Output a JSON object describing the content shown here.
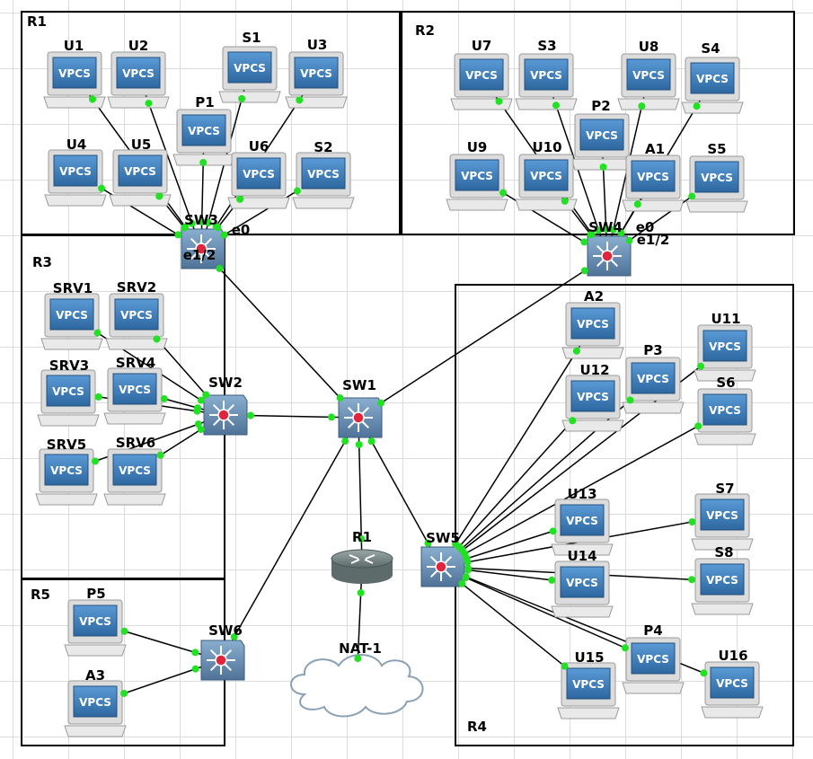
{
  "regions": [
    {
      "id": "R1",
      "label": "R1"
    },
    {
      "id": "R2",
      "label": "R2"
    },
    {
      "id": "R3",
      "label": "R3"
    },
    {
      "id": "R4",
      "label": "R4"
    },
    {
      "id": "R5",
      "label": "R5"
    }
  ],
  "vpcs_text": "VPCS",
  "nodes": [
    {
      "id": "U1",
      "label": "U1",
      "type": "pc"
    },
    {
      "id": "U2",
      "label": "U2",
      "type": "pc"
    },
    {
      "id": "S1",
      "label": "S1",
      "type": "pc"
    },
    {
      "id": "U3",
      "label": "U3",
      "type": "pc"
    },
    {
      "id": "P1",
      "label": "P1",
      "type": "pc"
    },
    {
      "id": "U4",
      "label": "U4",
      "type": "pc"
    },
    {
      "id": "U5",
      "label": "U5",
      "type": "pc"
    },
    {
      "id": "U6",
      "label": "U6",
      "type": "pc"
    },
    {
      "id": "S2",
      "label": "S2",
      "type": "pc"
    },
    {
      "id": "U7",
      "label": "U7",
      "type": "pc"
    },
    {
      "id": "S3",
      "label": "S3",
      "type": "pc"
    },
    {
      "id": "U8",
      "label": "U8",
      "type": "pc"
    },
    {
      "id": "S4",
      "label": "S4",
      "type": "pc"
    },
    {
      "id": "P2",
      "label": "P2",
      "type": "pc"
    },
    {
      "id": "U9",
      "label": "U9",
      "type": "pc"
    },
    {
      "id": "U10",
      "label": "U10",
      "type": "pc"
    },
    {
      "id": "A1",
      "label": "A1",
      "type": "pc"
    },
    {
      "id": "S5",
      "label": "S5",
      "type": "pc"
    },
    {
      "id": "SRV1",
      "label": "SRV1",
      "type": "pc"
    },
    {
      "id": "SRV2",
      "label": "SRV2",
      "type": "pc"
    },
    {
      "id": "SRV3",
      "label": "SRV3",
      "type": "pc"
    },
    {
      "id": "SRV4",
      "label": "SRV4",
      "type": "pc"
    },
    {
      "id": "SRV5",
      "label": "SRV5",
      "type": "pc"
    },
    {
      "id": "SRV6",
      "label": "SRV6",
      "type": "pc"
    },
    {
      "id": "A2",
      "label": "A2",
      "type": "pc"
    },
    {
      "id": "U11",
      "label": "U11",
      "type": "pc"
    },
    {
      "id": "P3",
      "label": "P3",
      "type": "pc"
    },
    {
      "id": "U12",
      "label": "U12",
      "type": "pc"
    },
    {
      "id": "S6",
      "label": "S6",
      "type": "pc"
    },
    {
      "id": "U13",
      "label": "U13",
      "type": "pc"
    },
    {
      "id": "S7",
      "label": "S7",
      "type": "pc"
    },
    {
      "id": "U14",
      "label": "U14",
      "type": "pc"
    },
    {
      "id": "S8",
      "label": "S8",
      "type": "pc"
    },
    {
      "id": "P4",
      "label": "P4",
      "type": "pc"
    },
    {
      "id": "U15",
      "label": "U15",
      "type": "pc"
    },
    {
      "id": "U16",
      "label": "U16",
      "type": "pc"
    },
    {
      "id": "P5",
      "label": "P5",
      "type": "pc"
    },
    {
      "id": "A3",
      "label": "A3",
      "type": "pc"
    },
    {
      "id": "SW1",
      "label": "SW1",
      "type": "switch"
    },
    {
      "id": "SW2",
      "label": "SW2",
      "type": "switch"
    },
    {
      "id": "SW3",
      "label": "SW3",
      "type": "switch"
    },
    {
      "id": "SW4",
      "label": "SW4",
      "type": "switch"
    },
    {
      "id": "SW5",
      "label": "SW5",
      "type": "switch"
    },
    {
      "id": "SW6",
      "label": "SW6",
      "type": "switch"
    },
    {
      "id": "R1",
      "label": "R1",
      "type": "router"
    },
    {
      "id": "NAT-1",
      "label": "NAT-1",
      "type": "cloud"
    }
  ],
  "links": [
    [
      "U1",
      "SW3"
    ],
    [
      "U2",
      "SW3"
    ],
    [
      "S1",
      "SW3"
    ],
    [
      "U3",
      "SW3"
    ],
    [
      "P1",
      "SW3"
    ],
    [
      "U4",
      "SW3"
    ],
    [
      "U5",
      "SW3"
    ],
    [
      "U6",
      "SW3"
    ],
    [
      "S2",
      "SW3"
    ],
    [
      "U7",
      "SW4"
    ],
    [
      "S3",
      "SW4"
    ],
    [
      "U8",
      "SW4"
    ],
    [
      "S4",
      "SW4"
    ],
    [
      "P2",
      "SW4"
    ],
    [
      "U9",
      "SW4"
    ],
    [
      "U10",
      "SW4"
    ],
    [
      "A1",
      "SW4"
    ],
    [
      "S5",
      "SW4"
    ],
    [
      "SRV1",
      "SW2"
    ],
    [
      "SRV2",
      "SW2"
    ],
    [
      "SRV3",
      "SW2"
    ],
    [
      "SRV4",
      "SW2"
    ],
    [
      "SRV5",
      "SW2"
    ],
    [
      "SRV6",
      "SW2"
    ],
    [
      "A2",
      "SW5"
    ],
    [
      "U11",
      "SW5"
    ],
    [
      "P3",
      "SW5"
    ],
    [
      "U12",
      "SW5"
    ],
    [
      "S6",
      "SW5"
    ],
    [
      "U13",
      "SW5"
    ],
    [
      "S7",
      "SW5"
    ],
    [
      "U14",
      "SW5"
    ],
    [
      "S8",
      "SW5"
    ],
    [
      "P4",
      "SW5"
    ],
    [
      "U15",
      "SW5"
    ],
    [
      "U16",
      "SW5"
    ],
    [
      "P5",
      "SW6"
    ],
    [
      "A3",
      "SW6"
    ],
    [
      "SW3",
      "SW1"
    ],
    [
      "SW4",
      "SW1"
    ],
    [
      "SW2",
      "SW1"
    ],
    [
      "SW6",
      "SW1"
    ],
    [
      "SW5",
      "SW1"
    ],
    [
      "R1",
      "SW1"
    ],
    [
      "NAT-1",
      "R1"
    ]
  ],
  "interface_labels": [
    {
      "id": "sw3-e0",
      "text": "e0"
    },
    {
      "id": "sw3-e1-2",
      "text": "e1/2"
    },
    {
      "id": "sw4-e0",
      "text": "e0"
    },
    {
      "id": "sw4-e1-2",
      "text": "e1/2"
    }
  ],
  "colors": {
    "link": "#000000",
    "port_dot": "#22e022",
    "region_border": "#000000",
    "screen": "#3a78b8",
    "switch_body": "#6b8fb5",
    "switch_led": "#e0263c"
  }
}
